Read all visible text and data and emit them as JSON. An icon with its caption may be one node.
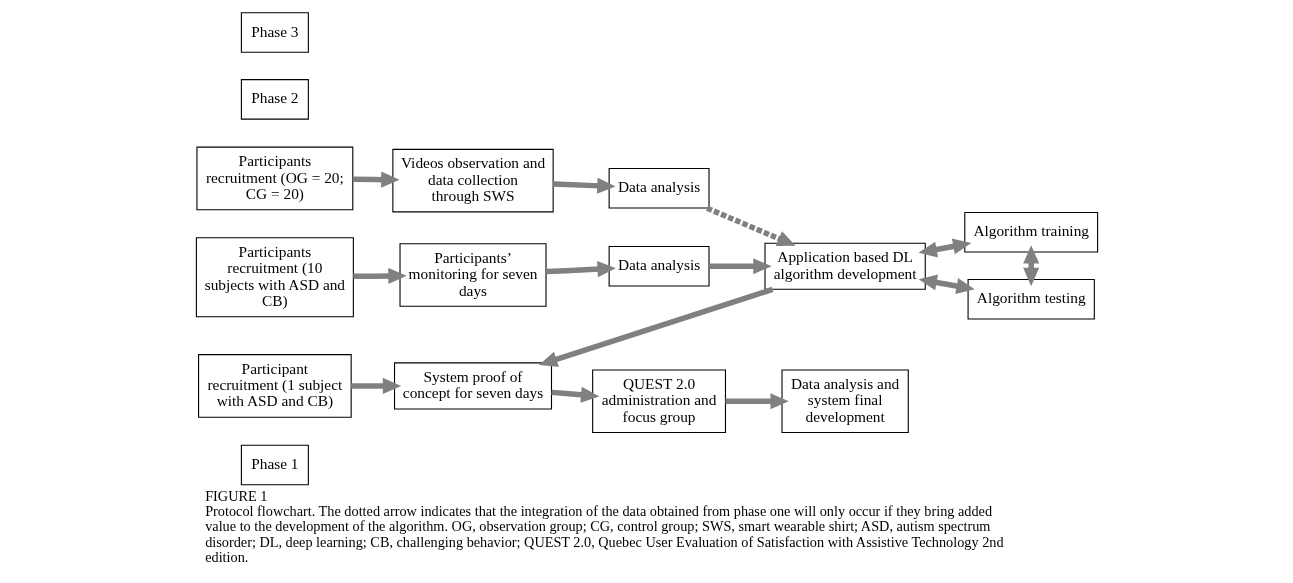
{
  "diagram": {
    "title": "FIGURE 1",
    "caption": "Protocol flowchart. The dotted arrow indicates that the integration of the data obtained from phase one will only occur if they bring added value to the development of the algorithm. OG, observation group; CG, control group; SWS, smart wearable shirt; ASD, autism spectrum disorder; DL, deep learning; CB, challenging behavior; QUEST 2.0, Quebec User Evaluation of Satisfaction with Assistive Technology 2nd edition.",
    "nodes": [
      {
        "text": [
          "Phase 1"
        ]
      },
      {
        "text": [
          "Participants recruitment (OG = 20; CG = 20)"
        ]
      },
      {
        "text": [
          "Videos observation and data collection through SWS"
        ]
      },
      {
        "text": [
          "Data analysis"
        ]
      },
      {
        "text": [
          "Phase 2"
        ]
      },
      {
        "text": [
          "Participants recruitment (10 subjects with ASD and CB)"
        ]
      },
      {
        "text": [
          "Participants’ monitoring for seven days"
        ]
      },
      {
        "text": [
          "Data analysis"
        ]
      },
      {
        "text": [
          "Application based DL algorithm development"
        ]
      },
      {
        "text": [
          "Algorithm training"
        ]
      },
      {
        "text": [
          "Algorithm testing"
        ]
      },
      {
        "text": [
          "Phase 3"
        ]
      },
      {
        "text": [
          "Participant recruitment (1 subject with ASD and CB)"
        ]
      },
      {
        "text": [
          "System proof of concept for seven days"
        ]
      },
      {
        "text": [
          "QUEST 2.0 administration and focus group"
        ]
      },
      {
        "text": [
          "Data analysis and system final development"
        ]
      }
    ],
    "edges": [
      {
        "from": 1,
        "to": 2,
        "arrow": "to"
      },
      {
        "from": 2,
        "to": 3,
        "arrow": "to"
      },
      {
        "from": 3,
        "to": 8,
        "arrow": "to",
        "style": "dashed"
      },
      {
        "from": 5,
        "to": 6,
        "arrow": "to"
      },
      {
        "from": 6,
        "to": 7,
        "arrow": "to"
      },
      {
        "from": 7,
        "to": 8,
        "arrow": "to"
      },
      {
        "from": 8,
        "to": 9,
        "arrow": "both"
      },
      {
        "from": 9,
        "to": 10,
        "arrow": "both"
      },
      {
        "from": 8,
        "to": 10,
        "arrow": "both"
      },
      {
        "from": 8,
        "to": 13,
        "arrow": "to"
      },
      {
        "from": 12,
        "to": 13,
        "arrow": "to"
      },
      {
        "from": 13,
        "to": 14,
        "arrow": "to"
      },
      {
        "from": 14,
        "to": 15,
        "arrow": "to"
      }
    ]
  }
}
